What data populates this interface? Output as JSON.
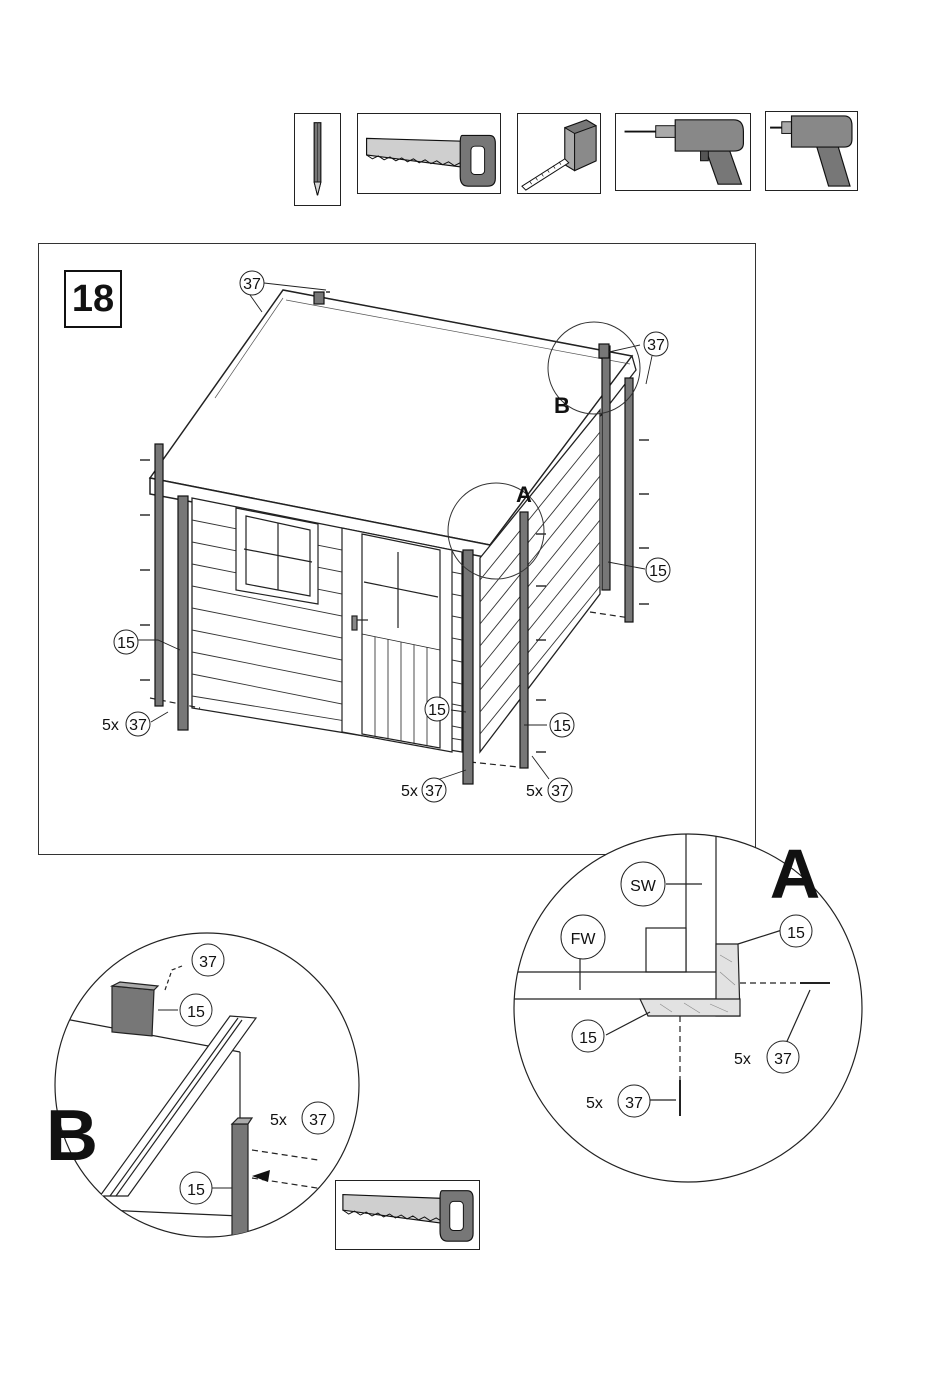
{
  "step_number": "18",
  "tools": [
    "pencil-icon",
    "handsaw-icon",
    "tape-measure-icon",
    "drill-icon",
    "cordless-screwdriver-icon"
  ],
  "part_labels": {
    "screw": "37",
    "corner_board": "15",
    "screw_qty": "5x"
  },
  "detail_a": {
    "letter": "A",
    "side_wall": "SW",
    "front_wall": "FW"
  },
  "detail_b": {
    "letter": "B"
  }
}
